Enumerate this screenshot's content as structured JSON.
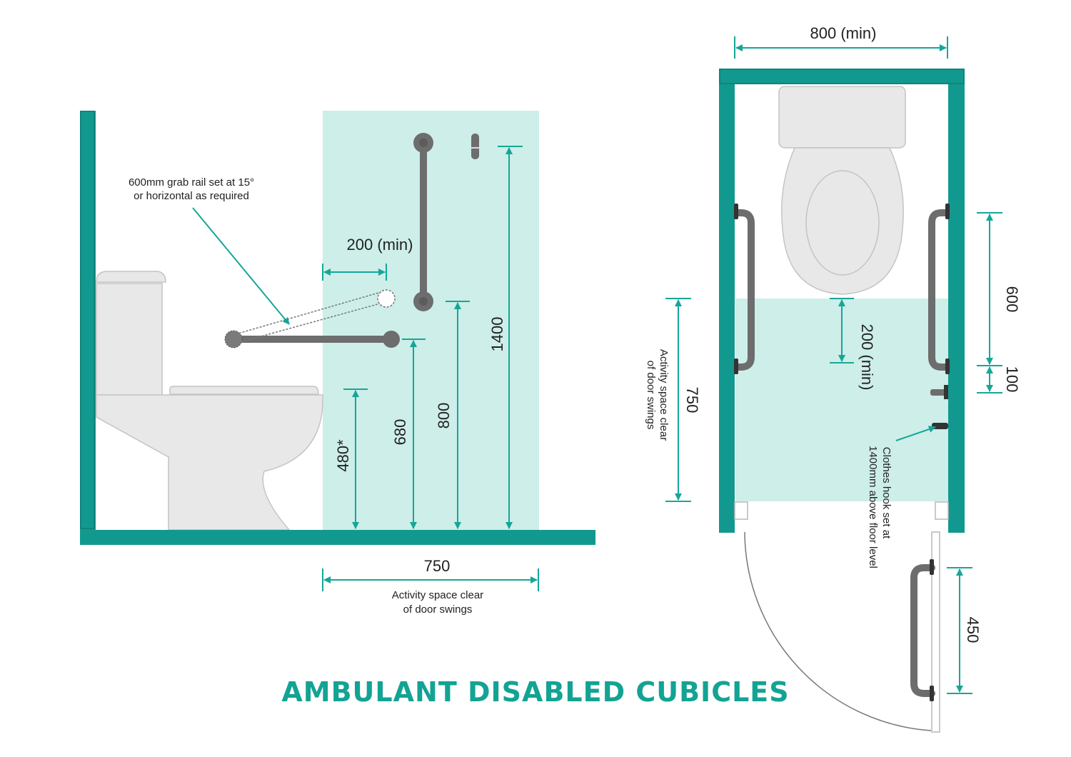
{
  "title": "AMBULANT DISABLED CUBICLES",
  "colors": {
    "wall": "#12998f",
    "dimension": "#16a698",
    "activity_fill": "#cdeee9",
    "fixture": "#e8e8e8",
    "fixture_stroke": "#c4c4c4",
    "rail": "#6d6d6d",
    "title": "#13a394"
  },
  "elevation": {
    "rail_note_line1": "600mm grab rail set at 15°",
    "rail_note_line2": "or horizontal as required",
    "rail_offset": "200 (min)",
    "height_480": "480*",
    "height_680": "680",
    "height_800": "800",
    "height_1400": "1400",
    "width_750": "750",
    "activity_line1": "Activity space clear",
    "activity_line2": "of door swings"
  },
  "plan": {
    "width": "800 (min)",
    "clearance": "200 (min)",
    "rail_length": "600",
    "rail_offset": "100",
    "activity_depth": "750",
    "activity_line1": "Activity space clear",
    "activity_line2": "of door swings",
    "hook_line1": "Clothes hook set at",
    "hook_line2": "1400mm above floor level",
    "door_rail": "450"
  }
}
